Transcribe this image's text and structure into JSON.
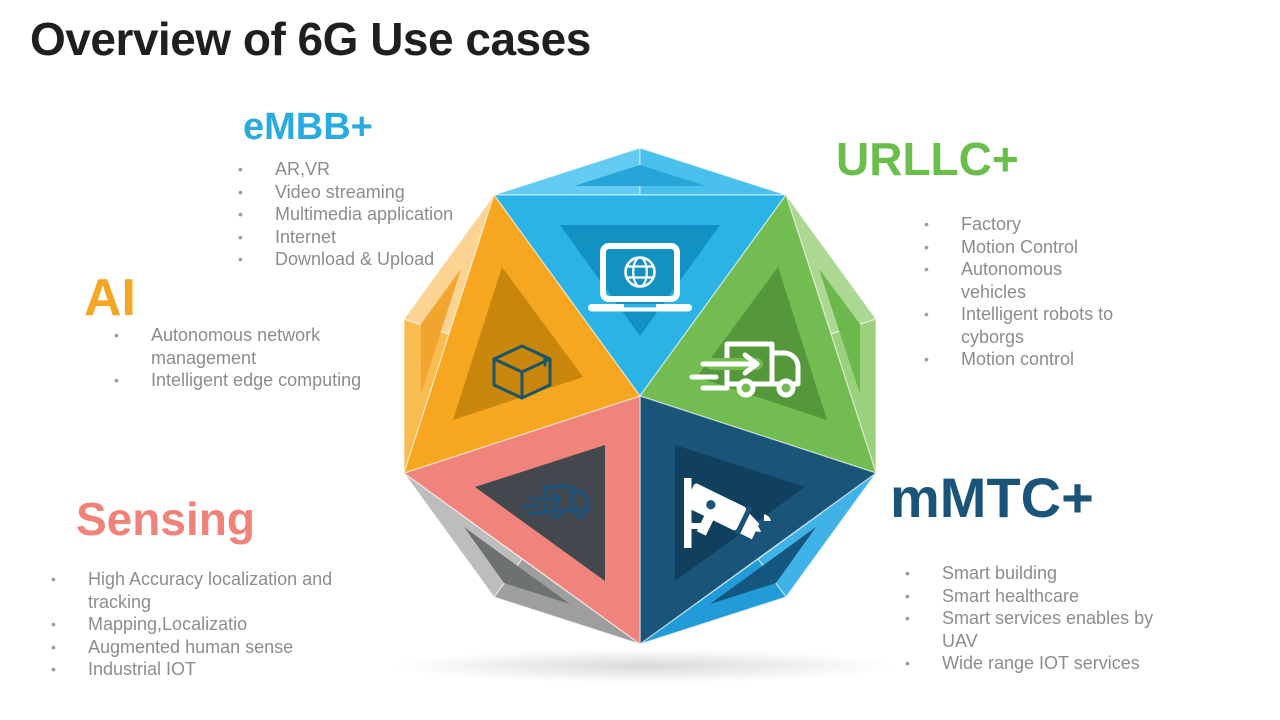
{
  "slide": {
    "title": "Overview of 6G Use cases",
    "title_color": "#1F1F1F"
  },
  "sections": {
    "embb": {
      "heading": "eMBB+",
      "color": "#29ABE2",
      "items": [
        "AR,VR",
        "Video streaming",
        "Multimedia application",
        "Internet",
        "Download & Upload"
      ]
    },
    "urllc": {
      "heading": "URLLC+",
      "color": "#6ABE4B",
      "items": [
        "Factory",
        "Motion Control",
        "Autonomous vehicles",
        "Intelligent robots to cyborgs",
        "Motion control"
      ]
    },
    "ai": {
      "heading": "AI",
      "color": "#F5A623",
      "items": [
        "Autonomous network management",
        "Intelligent edge computing"
      ]
    },
    "sensing": {
      "heading": "Sensing",
      "color": "#F0827A",
      "items": [
        "High Accuracy localization and tracking",
        "Mapping,Localizatio",
        "Augmented human sense",
        "Industrial IOT"
      ]
    },
    "mmtc": {
      "heading": "mMTC+",
      "color": "#1B5479",
      "items": [
        "Smart building",
        "Smart healthcare",
        "Smart services enables by UAV",
        "Wide range IOT services"
      ]
    }
  },
  "diagram": {
    "description": "Faceted polyhedron ball of five 6G use-case segments",
    "icons": {
      "embb": "laptop-globe-icon",
      "urllc": "delivery-truck-icon",
      "ai": "package-box-icon",
      "sensing": "delivery-truck-icon",
      "mmtc": "cctv-camera-icon"
    },
    "colors": {
      "embb_main": "#2BB3E6",
      "embb_inner": "#1192C2",
      "embb_facet_a": "#63CBF1",
      "embb_facet_b": "#49C0EC",
      "embb_chevron": "#27A4D8",
      "urllc_main": "#72BC51",
      "urllc_inner": "#55973B",
      "urllc_facet_a": "#ACD893",
      "urllc_facet_b": "#9BD07E",
      "urllc_chevron": "#6CB84C",
      "ai_main": "#F7A71F",
      "ai_inner": "#C8860D",
      "ai_facet_a": "#F8BC50",
      "ai_facet_b": "#FBD493",
      "ai_chevron": "#F2A52E",
      "sensing_main": "#F0837C",
      "sensing_inner": "#42484E",
      "mmtc_main": "#1B5479",
      "mmtc_inner": "#11405E",
      "mmtc_facet_a": "#3FB2E8",
      "mmtc_facet_b": "#219CD8",
      "mmtc_chevron": "#15567E",
      "gray_facet_a": "#9D9E9E",
      "gray_facet_b": "#BDBDBD",
      "gray_chevron": "#6E7172",
      "icon_light": "#FFFFFF",
      "icon_dark": "#1A5568",
      "icon_truck_dark": "#19537E"
    }
  }
}
